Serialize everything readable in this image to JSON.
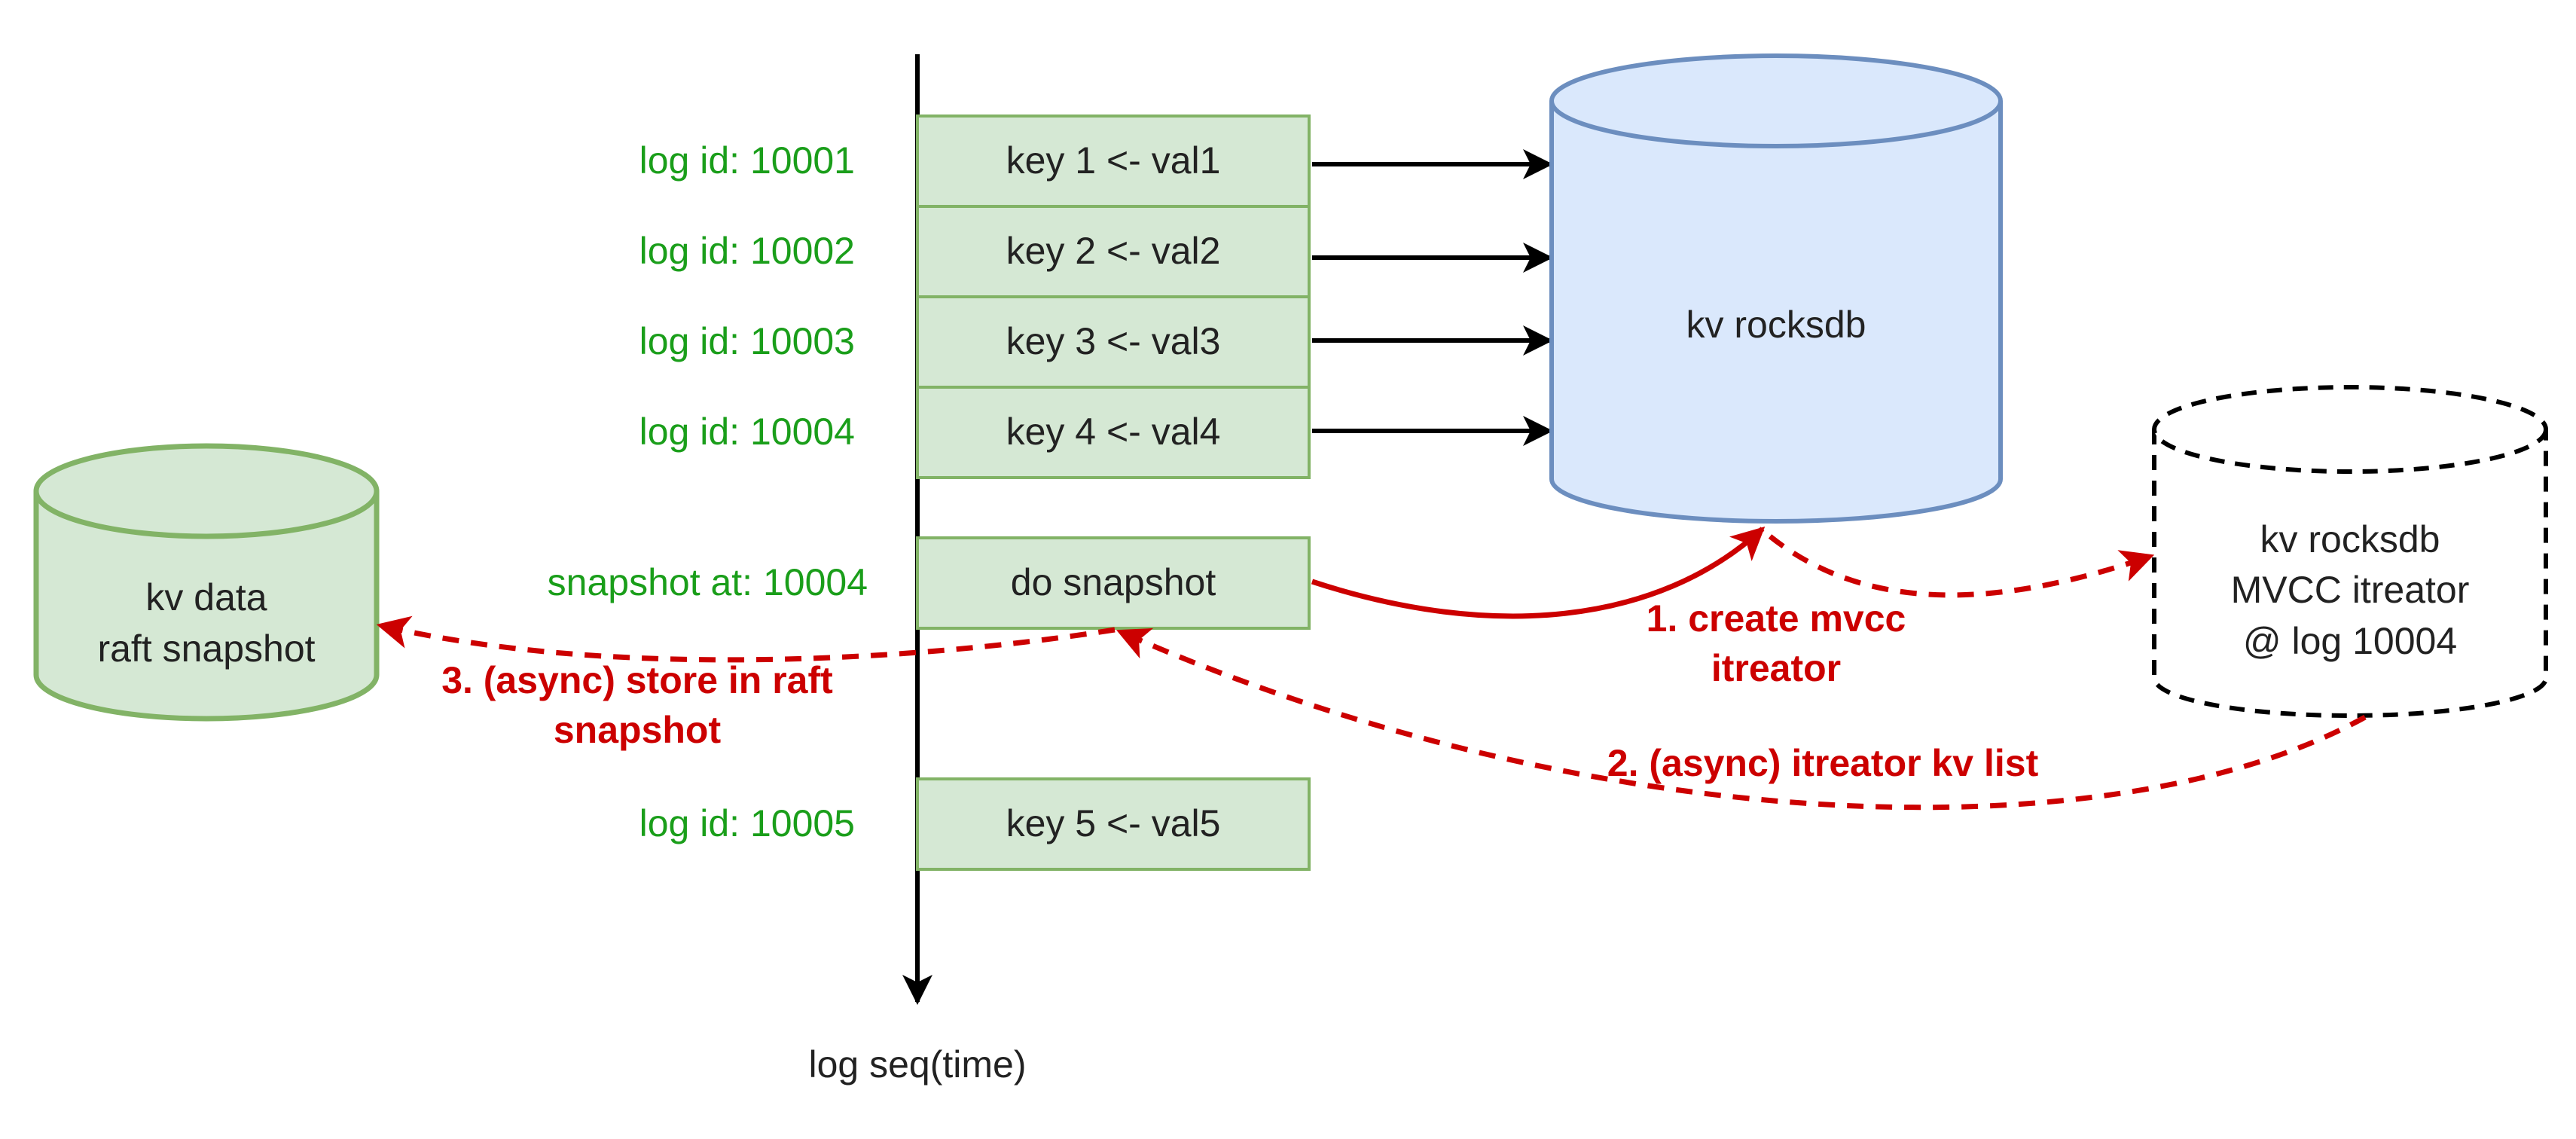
{
  "colors": {
    "green_text": "#1a9e1a",
    "box_fill": "#d5e8d4",
    "box_stroke": "#82b366",
    "db_fill": "#dae8fc",
    "db_stroke": "#6c8ebf",
    "red": "#cc0000",
    "black": "#000000"
  },
  "timeline": {
    "label": "log seq(time)"
  },
  "log_entries": [
    {
      "log_label": "log id: 10001",
      "op": "key 1 <- val1"
    },
    {
      "log_label": "log id: 10002",
      "op": "key 2 <- val2"
    },
    {
      "log_label": "log id: 10003",
      "op": "key 3 <- val3"
    },
    {
      "log_label": "log id: 10004",
      "op": "key 4 <- val4"
    }
  ],
  "snapshot_entry": {
    "log_label": "snapshot at: 10004",
    "op": "do snapshot"
  },
  "last_entry": {
    "log_label": "log id: 10005",
    "op": "key 5 <- val5"
  },
  "main_db": {
    "label": "kv rocksdb"
  },
  "iterator_db": {
    "line1": "kv rocksdb",
    "line2": "MVCC itreator",
    "line3": "@ log 10004"
  },
  "snapshot_db": {
    "line1": "kv data",
    "line2": "raft snapshot"
  },
  "steps": {
    "step1_line1": "1. create mvcc",
    "step1_line2": "itreator",
    "step2": "2. (async) itreator kv list",
    "step3_line1": "3. (async) store in raft",
    "step3_line2": "snapshot"
  }
}
